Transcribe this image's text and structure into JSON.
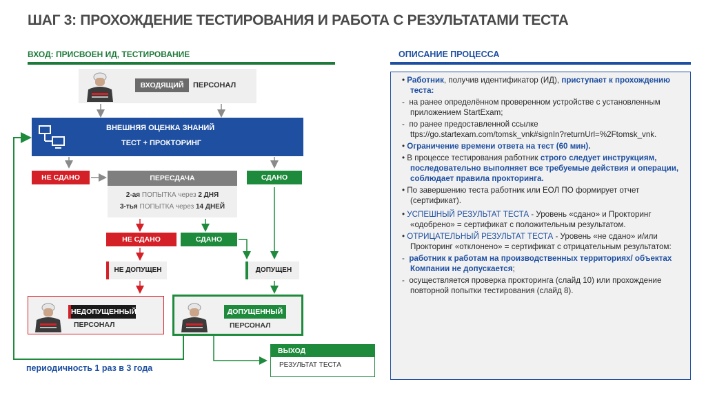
{
  "title": "ШАГ 3: ПРОХОЖДЕНИЕ ТЕСТИРОВАНИЯ И РАБОТА С РЕЗУЛЬТАТАМИ ТЕСТА",
  "left_section": "ВХОД: ПРИСВОЕН ИД, ТЕСТИРОВАНИЕ",
  "right_section": "ОПИСАНИЕ ПРОЦЕССА",
  "incoming": {
    "tag": "ВХОДЯЩИЙ",
    "label": "ПЕРСОНАЛ"
  },
  "assessment": {
    "line1": "ВНЕШНЯЯ ОЦЕНКА ЗНАНИЙ",
    "line2": "ТЕСТ + ПРОКТОРИНГ"
  },
  "fail1": "НЕ СДАНО",
  "retake": {
    "title": "ПЕРЕСДАЧА",
    "a1_prefix": "2-ая",
    "a1_mid": "ПОПЫТКА через",
    "a1_val": "2 ДНЯ",
    "a2_prefix": "3-тья",
    "a2_mid": "ПОПЫТКА через",
    "a2_val": "14 ДНЕЙ"
  },
  "pass1": "СДАНО",
  "fail2": "НЕ СДАНО",
  "pass2": "СДАНО",
  "not_admitted": "НЕ ДОПУЩЕН",
  "admitted": "ДОПУЩЕН",
  "staff_not_admitted": {
    "tag": "НЕДОПУЩЕННЫЙ",
    "label": "ПЕРСОНАЛ"
  },
  "staff_admitted": {
    "tag": "ДОПУЩЕННЫЙ",
    "label": "ПЕРСОНАЛ"
  },
  "output": {
    "title": "ВЫХОД",
    "value": "РЕЗУЛЬТАТ ТЕСТА"
  },
  "periodicity": "периодичность 1 раз в 3 года",
  "colors": {
    "green": "#1e8a3c",
    "red": "#d42027",
    "blue": "#1e4fa0",
    "gray": "#7f7f7f"
  },
  "description": {
    "p1_a": "Работник",
    "p1_b": ", получив идентификатор (ИД), ",
    "p1_c": "приступает к прохождению теста:",
    "p2": "на ранее определённом проверенном устройстве с установленным приложением StartExam;",
    "p3": "по ранее предоставленной ссылке ttps://go.startexam.com/tomsk_vnk#signIn?returnUrl=%2Ftomsk_vnk.",
    "p4": "Ограничение времени ответа на тест (60 мин).",
    "p5_a": "В процессе тестирования работник ",
    "p5_b": "строго следует инструкциям, последовательно выполняет все требуемые действия и операции, соблюдает правила прокторинга.",
    "p6": "По завершению теста работник или ЕОЛ ПО формирует отчет (сертификат).",
    "p7_a": "УСПЕШНЫЙ РЕЗУЛЬТАТ ТЕСТА",
    "p7_b": " - Уровень «сдано» и Прокторинг «одобрено» = сертификат с положительным результатом.",
    "p8_a": "ОТРИЦАТЕЛЬНЫЙ РЕЗУЛЬТАТ ТЕСТА",
    "p8_b": " - Уровень «не сдано» и/или Прокторинг «отклонено» = сертификат с отрицательным результатом:",
    "p9_a": "работник к работам на производственных территориях/ объектах Компании не допускается",
    "p9_b": ";",
    "p10": "осуществляется проверка прокторинга (слайд 10) или прохождение повторной попытки тестирования (слайд 8)."
  }
}
